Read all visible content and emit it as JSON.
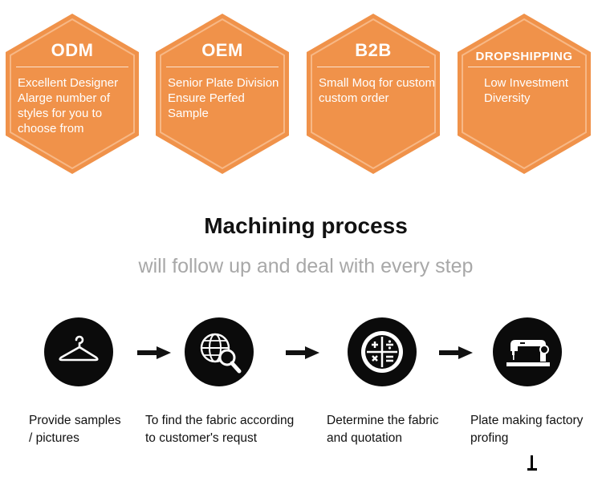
{
  "features": [
    {
      "title": "ODM",
      "lines": [
        "Excellent Designer",
        "Alarge number of",
        "styles for you to",
        "choose from"
      ]
    },
    {
      "title": "OEM",
      "lines": [
        "Senior Plate Division",
        "Ensure Perfed",
        "Sample"
      ]
    },
    {
      "title": "B2B",
      "lines": [
        "Small Moq for custom",
        "custom order"
      ]
    },
    {
      "title": "DROPSHIPPING",
      "lines": [
        "Low Investment",
        "Diversity"
      ]
    }
  ],
  "process": {
    "heading": "Machining process",
    "subheading": "will follow up and deal with every step",
    "steps": [
      {
        "icon": "hanger-icon",
        "lines": [
          "Provide samples",
          "/ pictures"
        ]
      },
      {
        "icon": "globe-search-icon",
        "lines": [
          "To find the fabric according",
          "to customer's requst"
        ]
      },
      {
        "icon": "calculator-icon",
        "lines": [
          "Determine the fabric",
          "and quotation"
        ]
      },
      {
        "icon": "sewing-machine-icon",
        "lines": [
          "Plate making factory",
          "profing"
        ]
      }
    ]
  },
  "colors": {
    "accent": "#f0924a",
    "accent_border": "#f4a768",
    "dark": "#0b0b0b",
    "subtext": "#a8a8a8"
  }
}
